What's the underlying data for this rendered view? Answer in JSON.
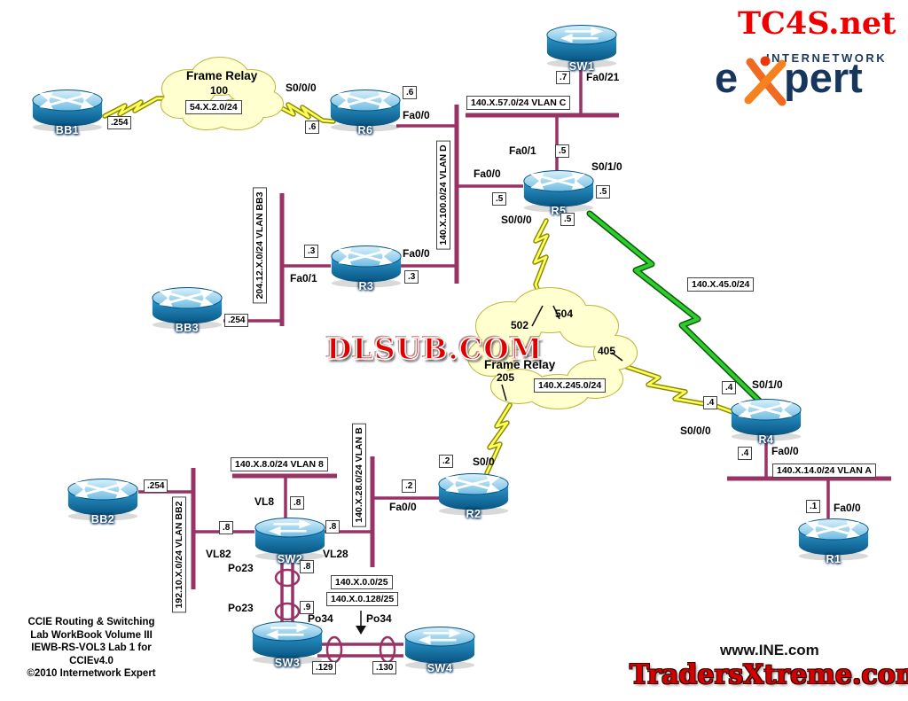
{
  "branding": {
    "tc4s": "TC4S.net",
    "internetwork": "INTERNETWORK",
    "expert_e": "e",
    "expert_pert": "pert",
    "ine_url": "www.INE.com",
    "tradersxtreme": "TradersXtreme.com",
    "watermark": "DLSUB.COM"
  },
  "footer": {
    "lines": [
      "CCIE Routing & Switching",
      "Lab WorkBook Volume III",
      "IEWB-RS-VOL3 Lab 1 for",
      "CCIEv4.0",
      "©2010 Internetwork Expert"
    ]
  },
  "devices": {
    "bb1": "BB1",
    "bb2": "BB2",
    "bb3": "BB3",
    "r1": "R1",
    "r2": "R2",
    "r3": "R3",
    "r4": "R4",
    "r5": "R5",
    "r6": "R6",
    "sw1": "SW1",
    "sw2": "SW2",
    "sw3": "SW3",
    "sw4": "SW4"
  },
  "clouds": {
    "fr1_title": "Frame Relay",
    "fr1_dlci": "100",
    "fr1_subnet": "54.X.2.0/24",
    "fr2_title": "Frame Relay",
    "fr2_subnet": "140.X.245.0/24",
    "dlci_502": "502",
    "dlci_504": "504",
    "dlci_405": "405",
    "dlci_205": "205"
  },
  "subnets": {
    "vlan_c": "140.X.57.0/24 VLAN C",
    "vlan_d": "140.X.100.0/24 VLAN D",
    "vlan_bb3": "204.12.X.0/24 VLAN BB3",
    "s45": "140.X.45.0/24",
    "vlan_a": "140.X.14.0/24 VLAN A",
    "vlan_b": "140.X.28.0/24 VLAN B",
    "vlan_8": "140.X.8.0/24 VLAN 8",
    "vlan_bb2": "192.10.X.0/24 VLAN BB2",
    "po23_a": "140.X.0.0/25",
    "po23_b": "140.X.0.128/25"
  },
  "interfaces": {
    "r6_s": "S0/0/0",
    "r6_fa": "Fa0/0",
    "sw1_fa": "Fa0/21",
    "r5_fa01": "Fa0/1",
    "r5_fa00": "Fa0/0",
    "r5_s010": "S0/1/0",
    "r5_s000": "S0/0/0",
    "r3_fa00": "Fa0/0",
    "r3_fa01": "Fa0/1",
    "r4_s010": "S0/1/0",
    "r4_s000": "S0/0/0",
    "r4_fa00": "Fa0/0",
    "r1_fa00": "Fa0/0",
    "r2_s00": "S0/0",
    "r2_fa00": "Fa0/0",
    "sw2_vl8": "VL8",
    "sw2_vl28": "VL28",
    "sw2_vl82": "VL82",
    "po23_top": "Po23",
    "po23_bot": "Po23",
    "po34_left": "Po34",
    "po34_right": "Po34"
  },
  "addrs": {
    "bb1": ".254",
    "bb2": ".254",
    "bb3": ".254",
    "r6_left": ".6",
    "r6_top": ".6",
    "sw1": ".7",
    "r5_fa01": ".5",
    "r5_fa00": ".5",
    "r5_s010": ".5",
    "r5_s000": ".5",
    "r3_fa01": ".3",
    "r3_fa00": ".3",
    "r4_s010": ".4",
    "r4_s000": ".4",
    "r4_fa00": ".4",
    "r1": ".1",
    "r2_s00": ".2",
    "r2_fa00": ".2",
    "sw2_vl8": ".8",
    "sw2_vl28": ".8",
    "sw2_vl82": ".8",
    "po23_8": ".8",
    "po23_9": ".9",
    "po34_129": ".129",
    "po34_130": ".130"
  }
}
